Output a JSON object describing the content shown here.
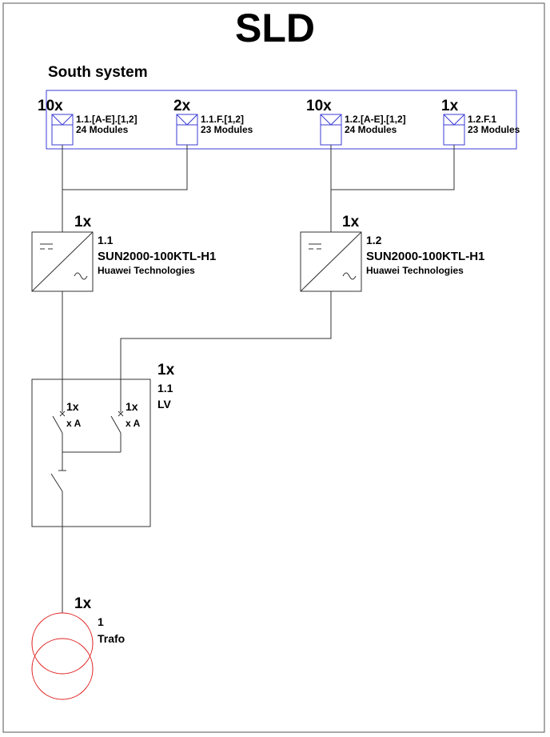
{
  "title": "SLD",
  "system_label": "South system",
  "colors": {
    "line": "#333333",
    "string_box": "#3b3bd6",
    "transformer": "#e02020"
  },
  "strings": [
    {
      "count": "10x",
      "id": "1.1.[A-E].[1,2]",
      "modules": "24 Modules"
    },
    {
      "count": "2x",
      "id": "1.1.F.[1,2]",
      "modules": "23 Modules"
    },
    {
      "count": "10x",
      "id": "1.2.[A-E].[1,2]",
      "modules": "24 Modules"
    },
    {
      "count": "1x",
      "id": "1.2.F.1",
      "modules": "23 Modules"
    }
  ],
  "inverters": [
    {
      "count": "1x",
      "id": "1.1",
      "model": "SUN2000-100KTL-H1",
      "maker": "Huawei Technologies"
    },
    {
      "count": "1x",
      "id": "1.2",
      "model": "SUN2000-100KTL-H1",
      "maker": "Huawei Technologies"
    }
  ],
  "lv_board": {
    "count": "1x",
    "id": "1.1",
    "name": "LV",
    "breakers": [
      {
        "count": "1x",
        "rating": "x A"
      },
      {
        "count": "1x",
        "rating": "x A"
      }
    ]
  },
  "transformer": {
    "count": "1x",
    "id": "1",
    "name": "Trafo"
  }
}
